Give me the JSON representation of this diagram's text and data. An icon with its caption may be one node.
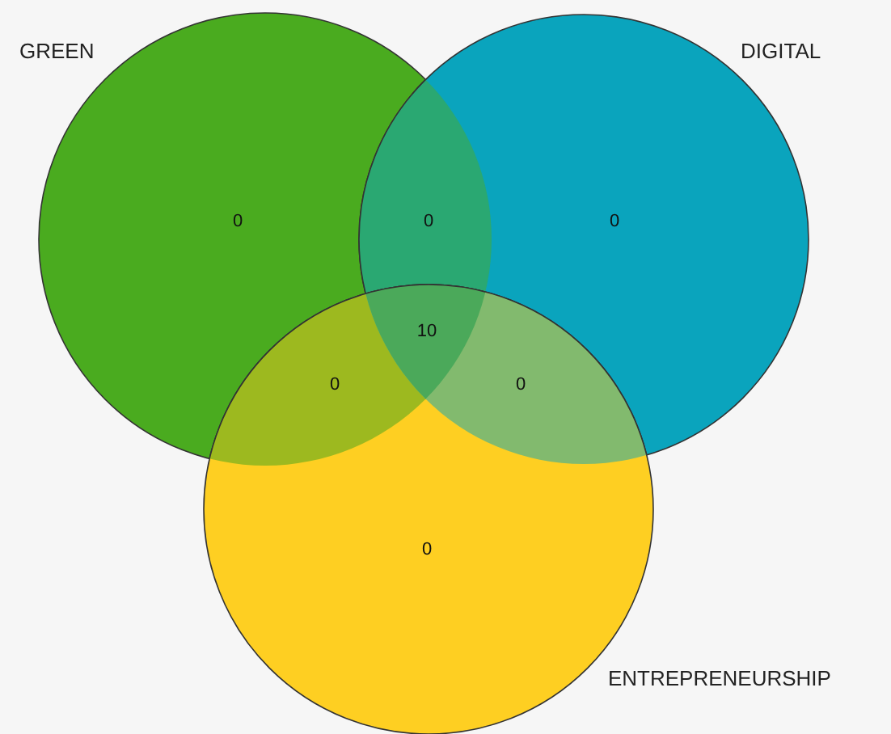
{
  "diagram": {
    "nodes": [
      {
        "text": [
          "GREEN"
        ]
      },
      {
        "text": [
          "DIGITAL"
        ]
      },
      {
        "text": [
          "ENTREPRENEURSHIP"
        ]
      }
    ],
    "labels": [
      "0",
      "0",
      "0",
      "10",
      "0",
      "0",
      "0"
    ]
  }
}
